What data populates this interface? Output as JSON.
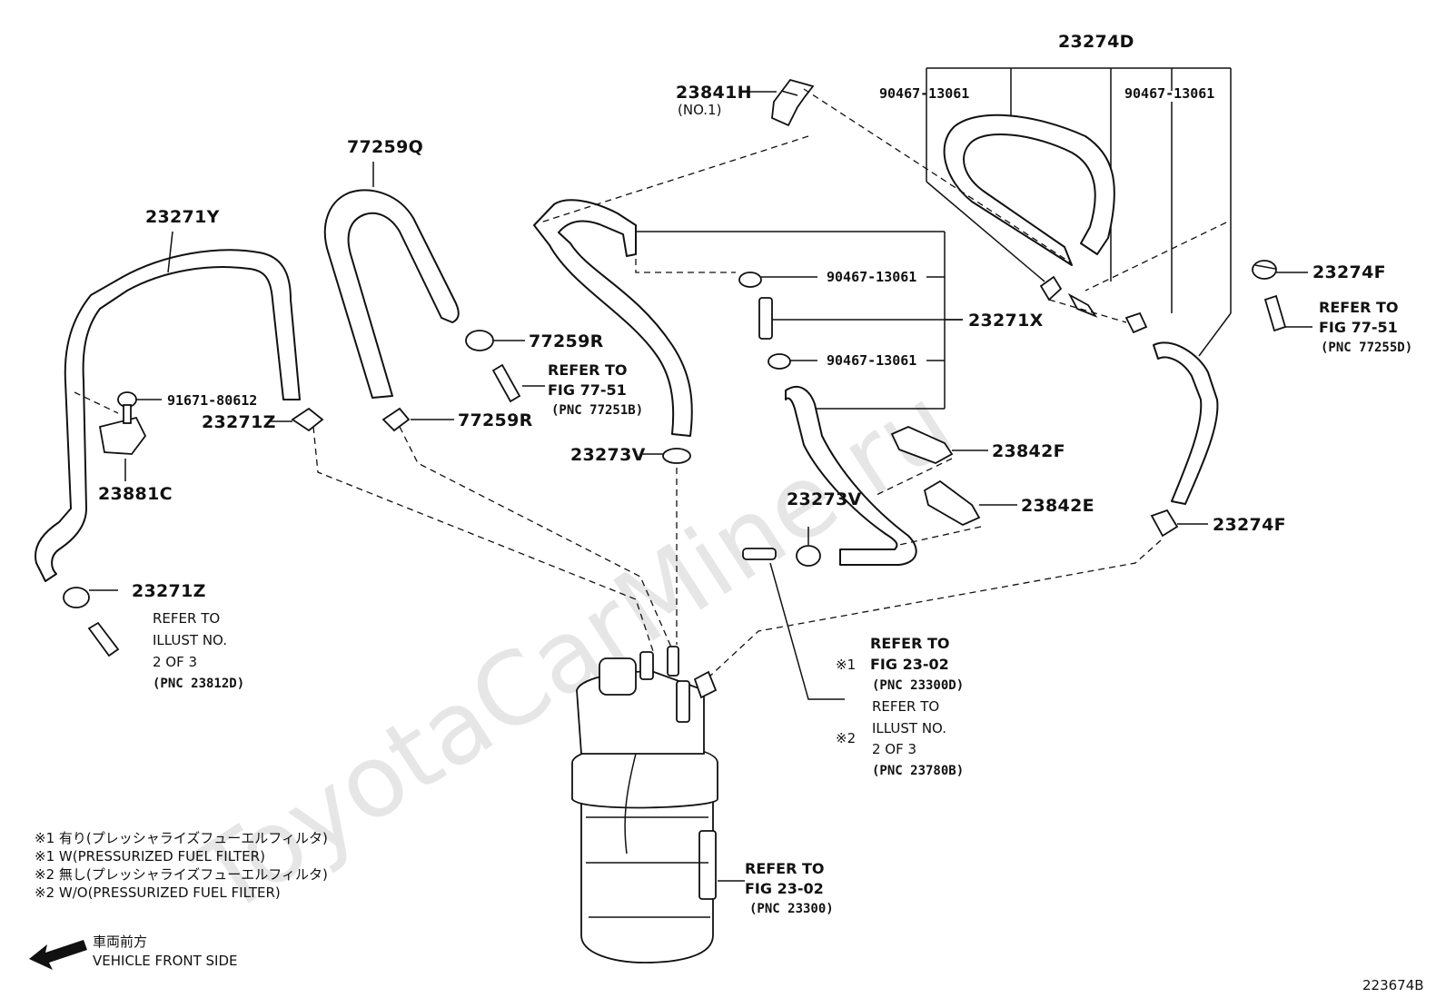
{
  "watermark": "ToyotaCarMine.ru",
  "labels": {
    "p23274D": "23274D",
    "p23841H": "23841H",
    "p23841H_sub": "(NO.1)",
    "p90467_a": "90467-13061",
    "p90467_b": "90467-13061",
    "p90467_c": "90467-13061",
    "p90467_d": "90467-13061",
    "p77259Q": "77259Q",
    "p23271Y": "23271Y",
    "p23274F_a": "23274F",
    "p23274F_b": "23274F",
    "p23271X": "23271X",
    "p77259R_a": "77259R",
    "p77259R_b": "77259R",
    "p91671": "91671-80612",
    "p23271Z_a": "23271Z",
    "p23271Z_b": "23271Z",
    "p23273V_a": "23273V",
    "p23273V_b": "23273V",
    "p23842F": "23842F",
    "p23842E": "23842E",
    "p23881C": "23881C"
  },
  "refs": {
    "fig7751_a": {
      "refer": "REFER TO",
      "fig": "FIG 77-51",
      "pnc": "(PNC 77255D)"
    },
    "fig7751_b": {
      "refer": "REFER TO",
      "fig": "FIG 77-51",
      "pnc": "(PNC 77251B)"
    },
    "illust_left": {
      "refer": "REFER TO",
      "line2": "ILLUST NO.",
      "line3": "2 OF 3",
      "pnc": "(PNC 23812D)"
    },
    "fig2302_mark1": {
      "mark": "※1",
      "refer": "REFER TO",
      "fig": "FIG 23-02",
      "pnc": "(PNC 23300D)"
    },
    "illust_mark2": {
      "mark": "※2",
      "refer": "REFER TO",
      "line2": "ILLUST NO.",
      "line3": "2 OF 3",
      "pnc": "(PNC 23780B)"
    },
    "fig2302_bottom": {
      "refer": "REFER TO",
      "fig": "FIG 23-02",
      "pnc": "(PNC 23300)"
    }
  },
  "legend": [
    "※1  有り(プレッシャライズフューエルフィルタ)",
    "※1  W(PRESSURIZED FUEL FILTER)",
    "※2  無し(プレッシャライズフューエルフィルタ)",
    "※2  W/O(PRESSURIZED FUEL FILTER)"
  ],
  "front": {
    "jp": "車両前方",
    "en": "VEHICLE FRONT SIDE"
  },
  "figure_code": "223674B"
}
